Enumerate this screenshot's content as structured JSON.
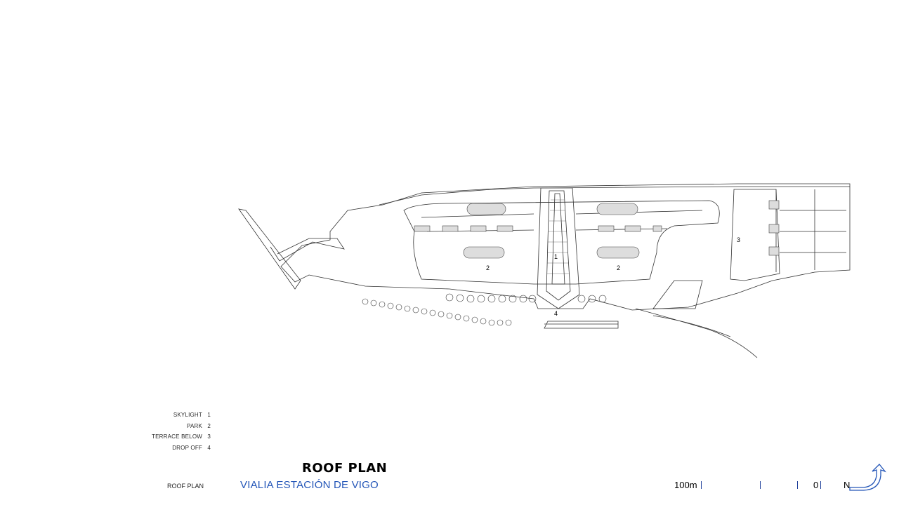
{
  "drawing": {
    "title": "ROOF PLAN",
    "sheet_label": "ROOF PLAN",
    "project_name": "VIALIA ESTACIÓN DE VIGO"
  },
  "legend": [
    {
      "label": "SKYLIGHT",
      "number": "1"
    },
    {
      "label": "PARK",
      "number": "2"
    },
    {
      "label": "TERRACE BELOW",
      "number": "3"
    },
    {
      "label": "DROP OFF",
      "number": "4"
    }
  ],
  "plan_labels": {
    "skylight": "1",
    "park_west": "2",
    "park_east": "2",
    "terrace": "3",
    "dropoff": "4"
  },
  "scale_bar": {
    "left_label": "100m",
    "right_label": "0",
    "color": "#1e3f9a"
  },
  "north": {
    "label": "N",
    "color": "#2456b8"
  }
}
